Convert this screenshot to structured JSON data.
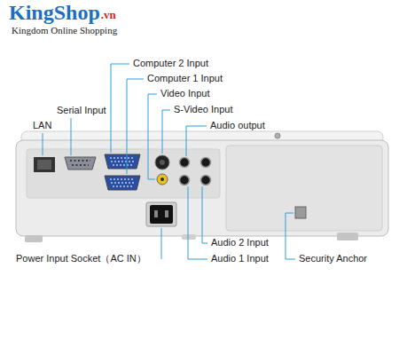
{
  "diagram": {
    "labels": [
      "KingShop",
      ".vn",
      "Kingdom Online Shopping",
      "Computer 2 Input",
      "Computer 1 Input",
      "Video Input",
      "S-Video Input",
      "Serial Input",
      "LAN",
      "Audio output",
      "Audio 2 Input",
      "Audio 1 Input",
      "Power Input Socket（AC IN）",
      "Security Anchor"
    ]
  }
}
